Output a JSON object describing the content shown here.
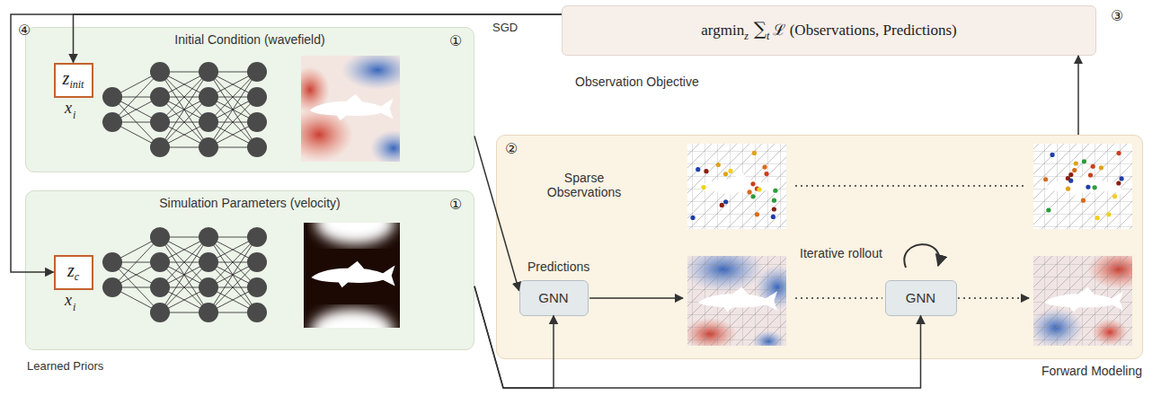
{
  "diagram": {
    "nodes": [
      {
        "text": [
          "Initial Condition (wavefield)"
        ]
      },
      {
        "text": [
          "z",
          "init"
        ],
        "in": 0
      },
      {
        "text": [
          "Simulation Parameters (velocity)"
        ]
      },
      {
        "text": [
          "z",
          "c"
        ],
        "in": 2
      },
      {
        "text": [
          "argmin",
          "z",
          "∑",
          "t",
          "ℒ (Observations, Predictions)",
          "Observation Objective"
        ]
      },
      {
        "text": [
          "Forward Modeling"
        ]
      },
      {
        "text": [
          "GNN"
        ],
        "in": 5
      },
      {
        "text": [
          "GNN"
        ],
        "in": 5
      }
    ],
    "edges": [
      {
        "from": 4,
        "to": 1,
        "arrow": "to",
        "label": "SGD"
      },
      {
        "from": 4,
        "to": 3,
        "arrow": "to"
      },
      {
        "from": 0,
        "to": 6,
        "arrow": "to"
      },
      {
        "from": 2,
        "to": 6,
        "arrow": "to"
      },
      {
        "from": 2,
        "to": 7,
        "arrow": "to"
      },
      {
        "from": 5,
        "to": 4,
        "arrow": "to"
      }
    ],
    "labels": [
      "④",
      "①",
      "x",
      "i",
      "①",
      "x",
      "i",
      "Learned Priors",
      "③",
      "②",
      "Sparse Observations",
      "Predictions",
      "Iterative rollout"
    ]
  }
}
